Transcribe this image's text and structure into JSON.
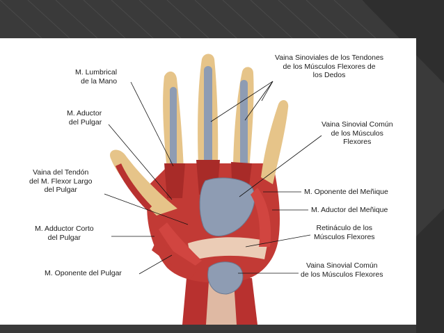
{
  "labels": {
    "lumbrical": [
      "M. Lumbrical",
      "de la Mano"
    ],
    "adductor_pulgar": [
      "M. Aductor",
      "del Pulgar"
    ],
    "vaina_tendon": [
      "Vaina del Tendón",
      "del M. Flexor Largo",
      "del Pulgar"
    ],
    "adductor_corto": [
      "M. Adductor Corto",
      "del Pulgar"
    ],
    "oponente_pulgar": [
      "M. Oponente del Pulgar"
    ],
    "vainas_sinoviales": [
      "Vaina Sinoviales de los Tendones",
      "de los Músculos Flexores de",
      "los Dedos"
    ],
    "vaina_comun_top": [
      "Vaina Sinovial Común",
      "de los Músculos",
      "Flexores"
    ],
    "oponente_menique": [
      "M. Oponente del Meñique"
    ],
    "adductor_menique": [
      "M. Aductor del Meñique"
    ],
    "retinaculo": [
      "Retináculo de los",
      "Músculos Flexores"
    ],
    "vaina_comun_bottom": [
      "Vaina Sinovial Común",
      "de los Músculos Flexores"
    ]
  },
  "colors": {
    "background": "#3a3a3a",
    "slide": "#ffffff",
    "muscle": "#b8312f",
    "tendon_sheath": "#8e9cb3",
    "skin": "#e6c489",
    "bone": "#f2e6cc"
  }
}
